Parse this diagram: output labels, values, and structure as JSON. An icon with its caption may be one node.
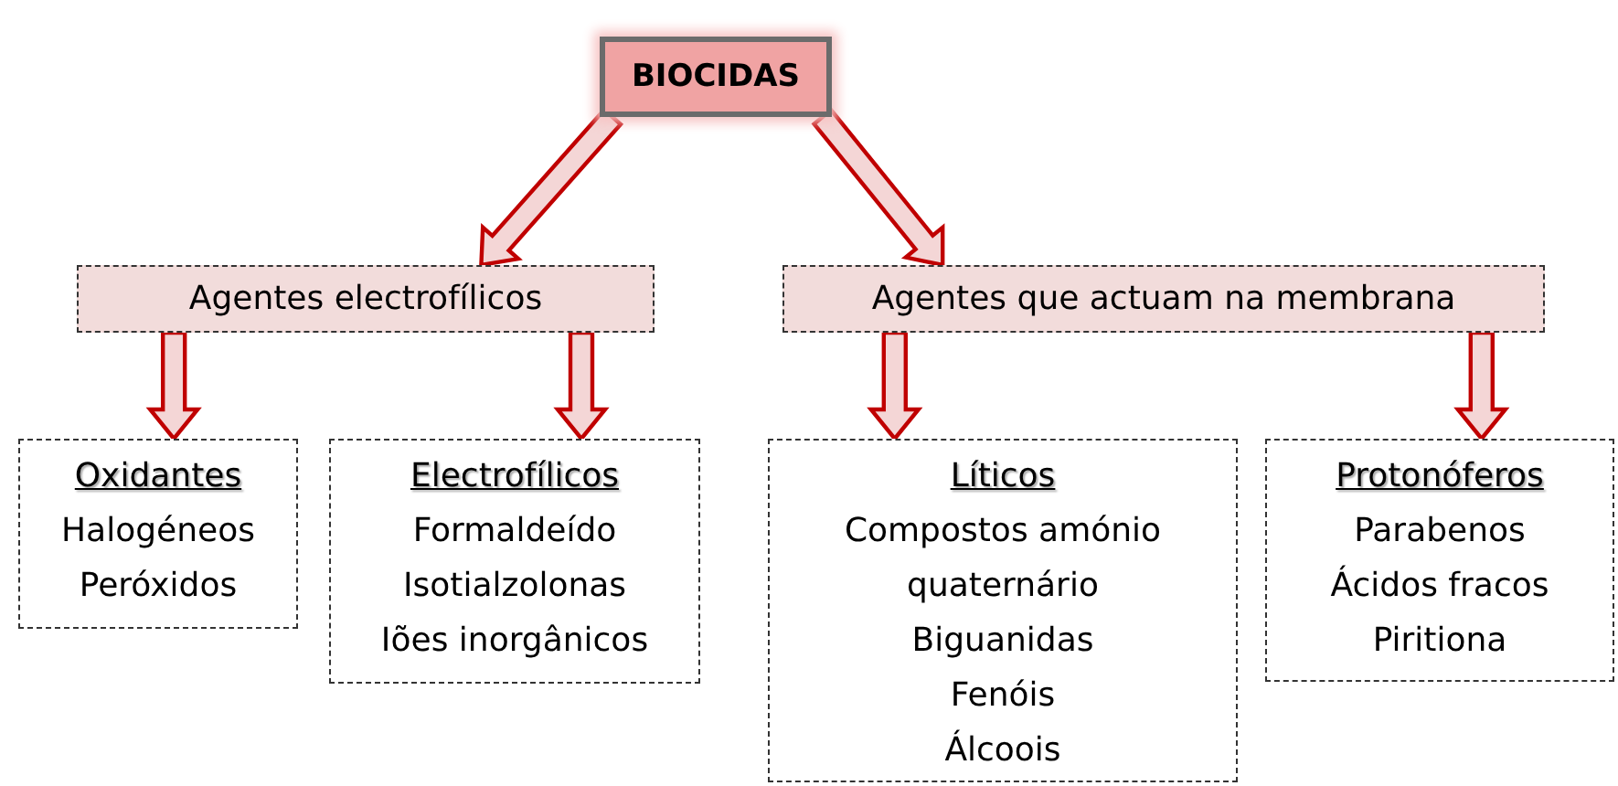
{
  "diagram": {
    "nodes": [
      {
        "text": [
          "BIOCIDAS"
        ]
      },
      {
        "text": [
          "Agentes electrofílicos"
        ]
      },
      {
        "text": [
          "Agentes que actuam na membrana"
        ]
      },
      {
        "text": [
          "Oxidantes",
          "Halogéneos",
          "Peróxidos"
        ]
      },
      {
        "text": [
          "Electrofílicos",
          "Formaldeído",
          "Isotialzolonas",
          "Iões inorgânicos"
        ]
      },
      {
        "text": [
          "Líticos",
          "Compostos amónio quaternário",
          "Biguanidas",
          "Fenóis",
          "Álcoois"
        ]
      },
      {
        "text": [
          "Protonóferos",
          "Parabenos",
          "Ácidos fracos",
          "Piritiona"
        ]
      }
    ],
    "edges": [
      {
        "from": 0,
        "to": 1,
        "arrow": "to"
      },
      {
        "from": 0,
        "to": 2,
        "arrow": "to"
      },
      {
        "from": 1,
        "to": 3,
        "arrow": "to"
      },
      {
        "from": 1,
        "to": 4,
        "arrow": "to"
      },
      {
        "from": 2,
        "to": 5,
        "arrow": "to"
      },
      {
        "from": 2,
        "to": 6,
        "arrow": "to"
      }
    ]
  }
}
